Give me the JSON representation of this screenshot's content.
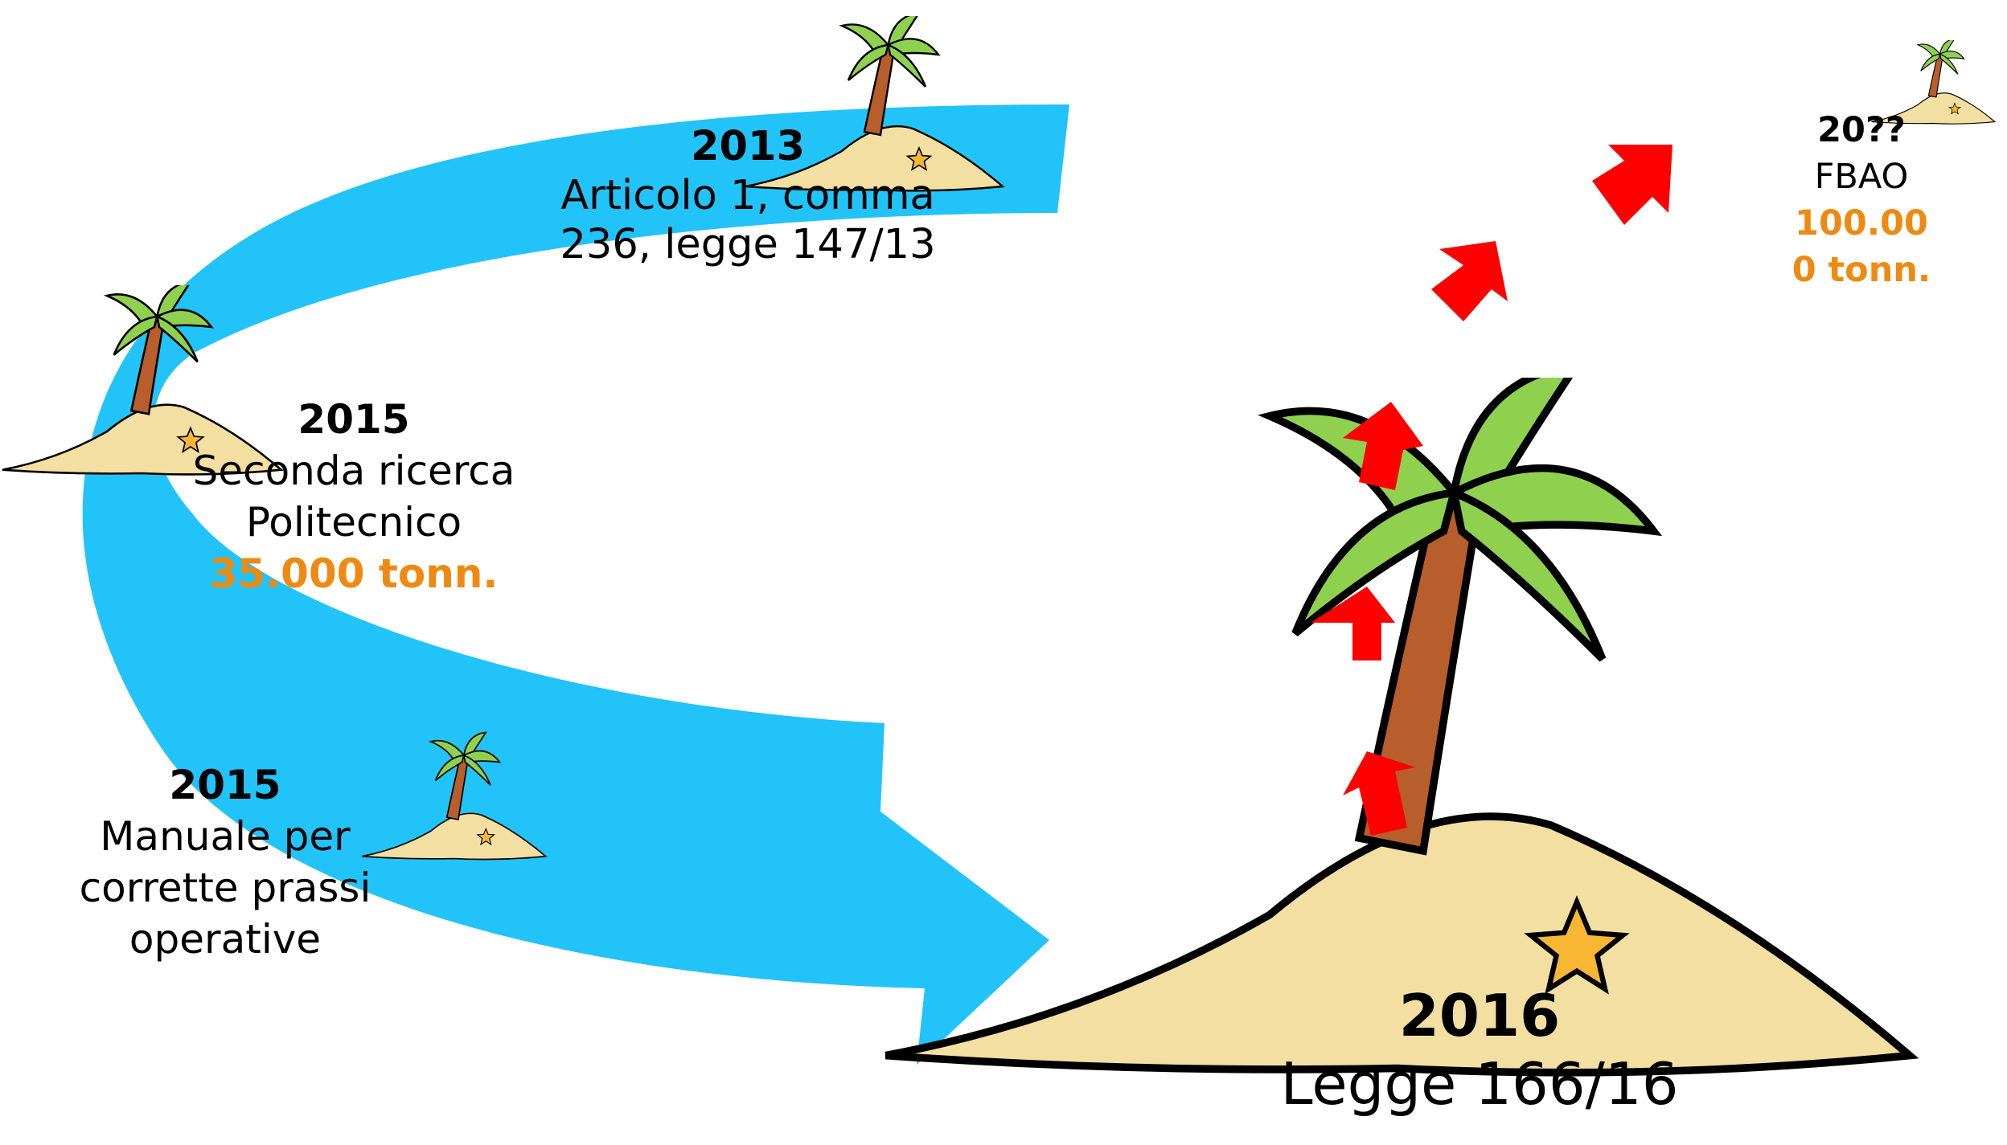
{
  "colors": {
    "arrow": "#22c3f9",
    "sand": "#f4dfa2",
    "leaf": "#8fd14f",
    "trunk": "#b85d2c",
    "star": "#f7b733",
    "step_arrow": "#ff0000",
    "highlight": "#ee8a12"
  },
  "milestones": {
    "m2013": {
      "year": "2013",
      "text_line1": "Articolo 1, comma",
      "text_line2": "236, legge 147/13"
    },
    "m2015a": {
      "year": "2015",
      "text_line1": "Seconda ricerca",
      "text_line2": "Politecnico",
      "highlight": "35.000 tonn."
    },
    "m2015b": {
      "year": "2015",
      "text_line1": "Manuale per",
      "text_line2": "corrette prassi",
      "text_line3": "operative"
    },
    "m2016": {
      "year": "2016",
      "text": "Legge 166/16"
    },
    "future": {
      "year": "20??",
      "text": "FBAO",
      "highlight_line1": "100.00",
      "highlight_line2": "0 tonn."
    }
  },
  "icons": {
    "island": "palm-island-icon",
    "star": "starfish-icon",
    "step": "red-up-arrow-icon",
    "flow": "curved-blue-arrow-icon"
  }
}
